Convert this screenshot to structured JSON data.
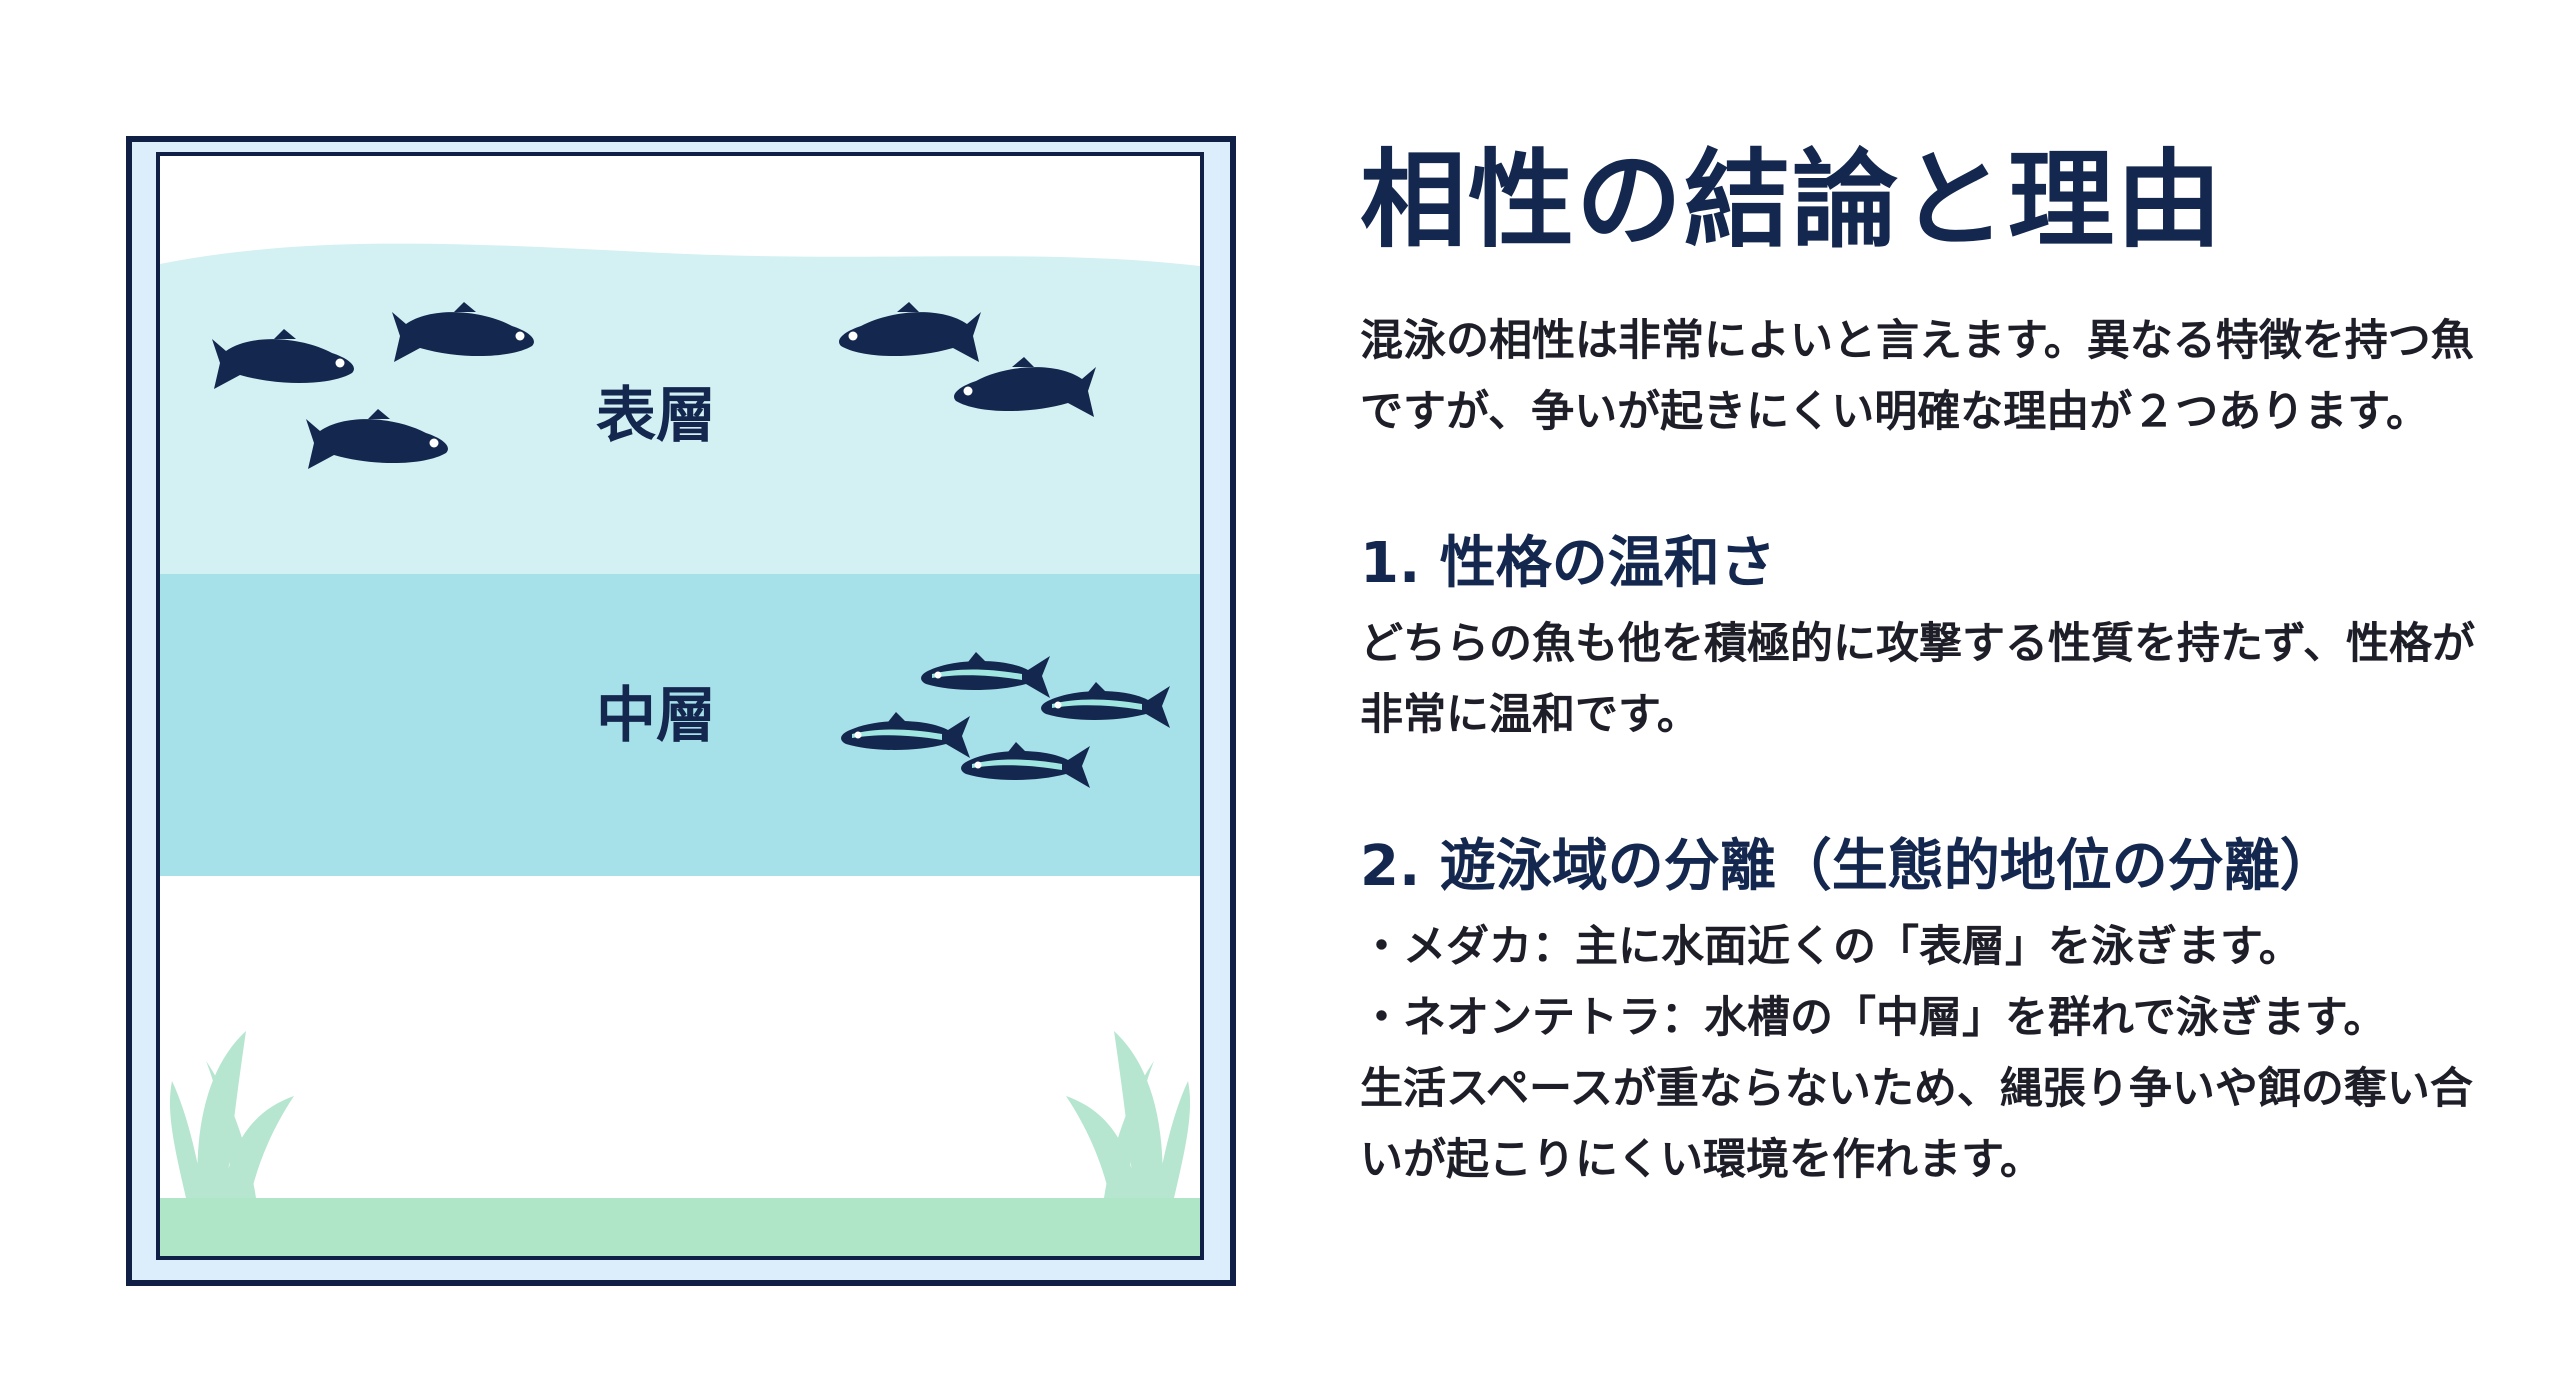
{
  "diagram": {
    "labels": {
      "surface": "表層",
      "middle": "中層"
    },
    "colors": {
      "frame": "#0f1f45",
      "glass": "#dcedfb",
      "surface_water": "#d3f0f2",
      "middle_water": "#a6e1ea",
      "plant": "#b6e5d0",
      "gravel": "#b0e6c8",
      "fish": "#14274e",
      "neon_stripe": "#9fe6e0"
    }
  },
  "text": {
    "title": "相性の結論と理由",
    "intro": "混泳の相性は非常によいと言えます。異なる特徴を持つ魚ですが、争いが起きにくい明確な理由が２つあります。",
    "section1": {
      "heading": "1. 性格の温和さ",
      "body": "どちらの魚も他を積極的に攻撃する性質を持たず、性格が非常に温和です。"
    },
    "section2": {
      "heading": "2. 遊泳域の分離（生態的地位の分離）",
      "bullets": [
        "・メダカ：主に水面近くの「表層」を泳ぎます。",
        "・ネオンテトラ：水槽の「中層」を群れで泳ぎます。"
      ],
      "body": "生活スペースが重ならないため、縄張り争いや餌の奪い合いが起こりにくい環境を作れます。"
    }
  }
}
